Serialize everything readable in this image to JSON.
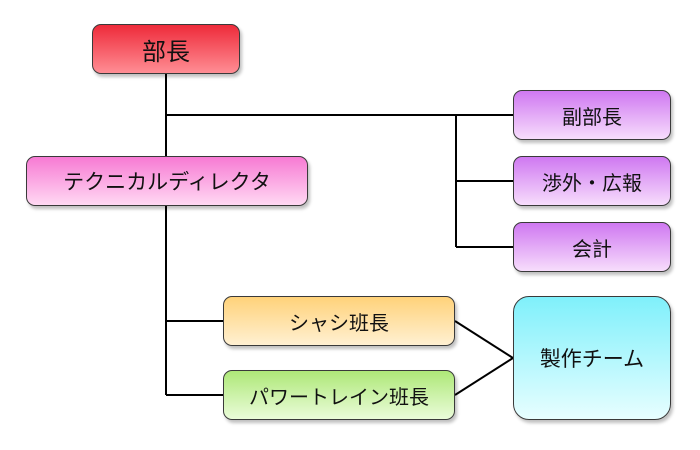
{
  "diagram": {
    "nodes": {
      "department_head": "部長",
      "vice_head": "副部長",
      "technical_director": "テクニカルディレクタ",
      "public_relations": "渉外・広報",
      "accounting": "会計",
      "chassis_leader": "シャシ班長",
      "powertrain_leader": "パワートレイン班長",
      "production_team": "製作チーム"
    },
    "colors": {
      "department_head": "#ee2b3a",
      "officers": "#cf78f1",
      "technical_director": "#f77ad3",
      "chassis_leader": "#ffd27a",
      "powertrain_leader": "#aee878",
      "production_team": "#7ff0fb",
      "line": "#000000"
    }
  }
}
